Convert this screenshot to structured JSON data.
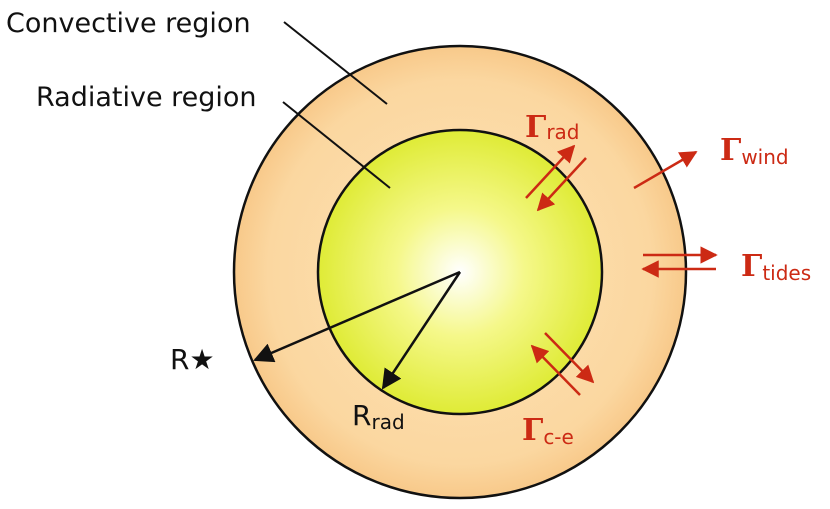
{
  "labels": {
    "convective": "Convective region",
    "radiative": "Radiative region",
    "r_star": "R★",
    "r_rad_main": "R",
    "r_rad_sub": "rad"
  },
  "torques": {
    "symbol": "Γ",
    "rad_sub": "rad",
    "wind_sub": "wind",
    "tides_sub": "tides",
    "ce_sub": "c-e"
  },
  "colors": {
    "envelope": "#fbd7a0",
    "envelope_edge": "#f8c98a",
    "core_center": "#ffffff",
    "core_mid": "#f4f77c",
    "core_edge": "#e0ec3a",
    "torque": "#cc2a14",
    "line": "#111111"
  }
}
